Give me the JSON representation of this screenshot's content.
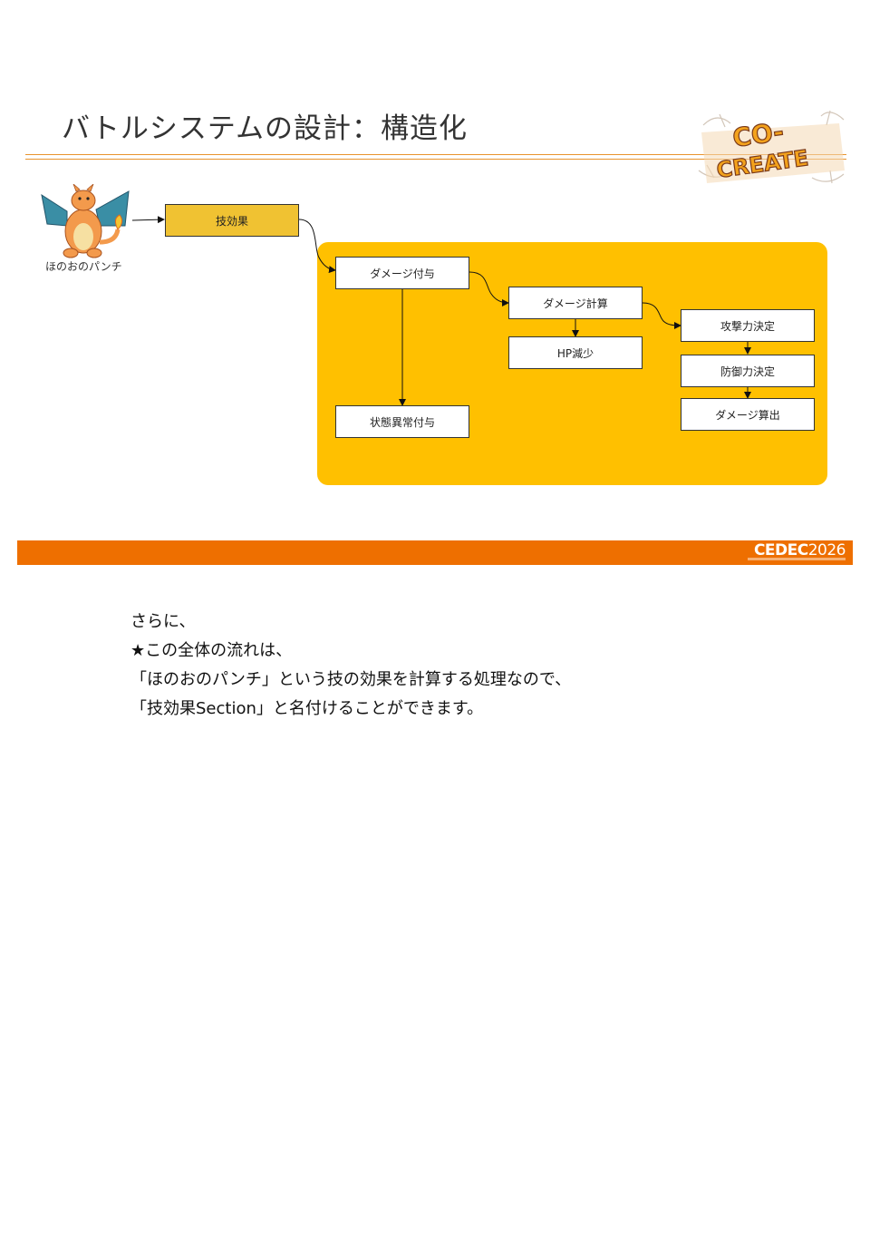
{
  "slide": {
    "title": "バトルシステムの設計：構造化"
  },
  "logo": {
    "top": "CO-",
    "bottom": "CREATE"
  },
  "mascot": {
    "caption": "ほのおのパンチ"
  },
  "diagram": {
    "nodes": {
      "root": "技効果",
      "damage_grant": "ダメージ付与",
      "status_grant": "状態異常付与",
      "damage_calc": "ダメージ計算",
      "hp_reduce": "HP減少",
      "attack_decide": "攻撃力決定",
      "defense_decide": "防御力決定",
      "damage_compute": "ダメージ算出"
    }
  },
  "footer": {
    "brand": "CEDEC",
    "year": "2026"
  },
  "notes": {
    "lines": [
      "さらに、",
      "★この全体の流れは、",
      "「ほのおのパンチ」という技の効果を計算する処理なので、",
      "「技効果Section」と名付けることができます。"
    ]
  },
  "colors": {
    "container": "#ffc000",
    "root_node": "#f0c232",
    "footer_band": "#ee6f00",
    "title_rule": "#e8932d"
  }
}
